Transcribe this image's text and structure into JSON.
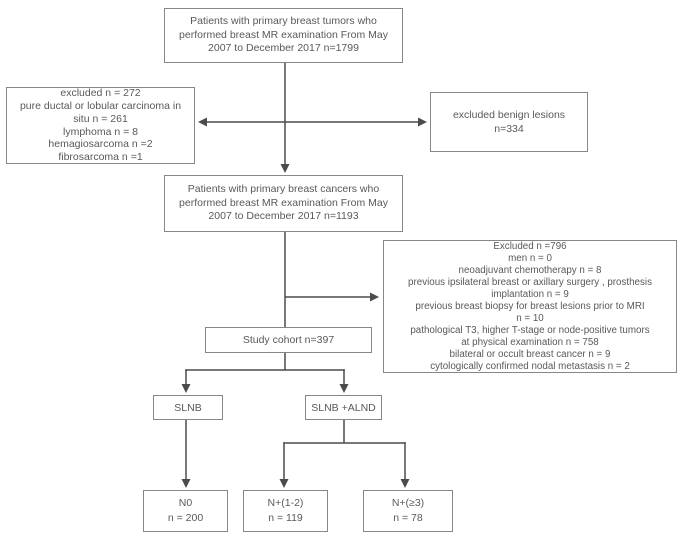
{
  "figure": {
    "boxes": {
      "top": "Patients with primary breast tumors who\nperformed breast MR examination From May\n2007 to December 2017 n=1799",
      "excluded_left": "excluded n = 272\npure ductal or lobular carcinoma in\nsitu n = 261\nlymphoma n = 8\nhemagiosarcoma n =2\nfibrosarcoma n =1",
      "excluded_benign": "excluded benign lesions\nn=334",
      "cancers": "Patients with primary breast cancers who\nperformed breast MR examination From May\n2007 to December 2017 n=1193",
      "excluded_criteria": "Excluded n =796\nmen n = 0\nneoadjuvant chemotherapy n = 8\nprevious ipsilateral breast or axillary surgery , prosthesis\nimplantation n = 9\nprevious breast biopsy for breast lesions prior to MRI\nn = 10\npathological T3, higher T-stage or node-positive tumors\nat physical examination n = 758\nbilateral or occult breast cancer n = 9\ncytologically confirmed nodal metastasis n = 2",
      "study_cohort": "Study cohort n=397",
      "slnb": "SLNB",
      "slnb_alnd": "SLNB +ALND",
      "n0": "N0\nn = 200",
      "n1_2": "N+(1-2)\nn = 119",
      "n3_plus": "N+(≥3)\nn = 78"
    },
    "colors": {
      "background": "#ffffff",
      "border": "#85878a",
      "line": "#4b4b4d",
      "text": "#58595b"
    }
  }
}
